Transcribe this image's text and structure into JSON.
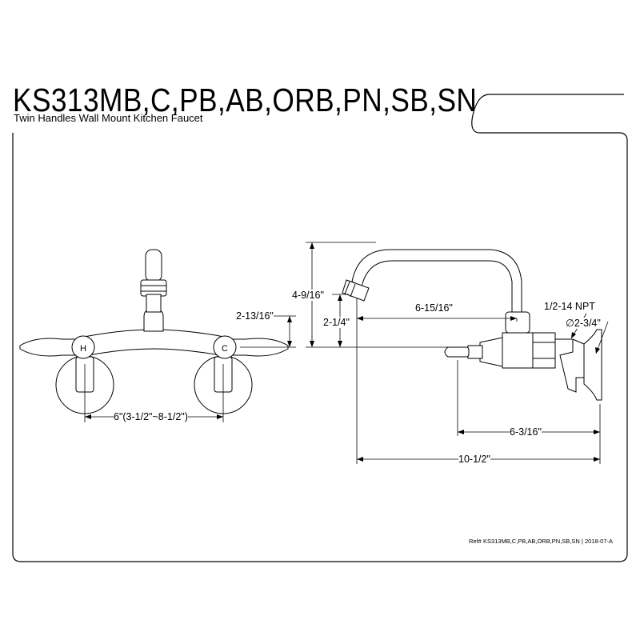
{
  "header": {
    "model_title": "KS313MB,C,PB,AB,ORB,PN,SB,SN",
    "subtitle": "Twin Handles Wall Mount Kitchen Faucet"
  },
  "front_view": {
    "handle_hot_letter": "H",
    "handle_cold_letter": "C",
    "dim_inlet_height": "2-13/16\"",
    "dim_center_spread": "6\"(3-1/2\"~8-1/2\")"
  },
  "side_view": {
    "dim_total_height": "4-9/16\"",
    "dim_spout_height": "2-1/4\"",
    "dim_spout_reach": "6-15/16\"",
    "dim_thread": "1/2-14 NPT",
    "dim_flange_diameter": "∅2-3/4\"",
    "dim_body_depth": "6-3/16\"",
    "dim_overall_depth": "10-1/2\""
  },
  "footer": {
    "reference": "Ref# KS313MB,C,PB,AB,ORB,PN,SB,SN",
    "revision": "2018-07-A"
  }
}
